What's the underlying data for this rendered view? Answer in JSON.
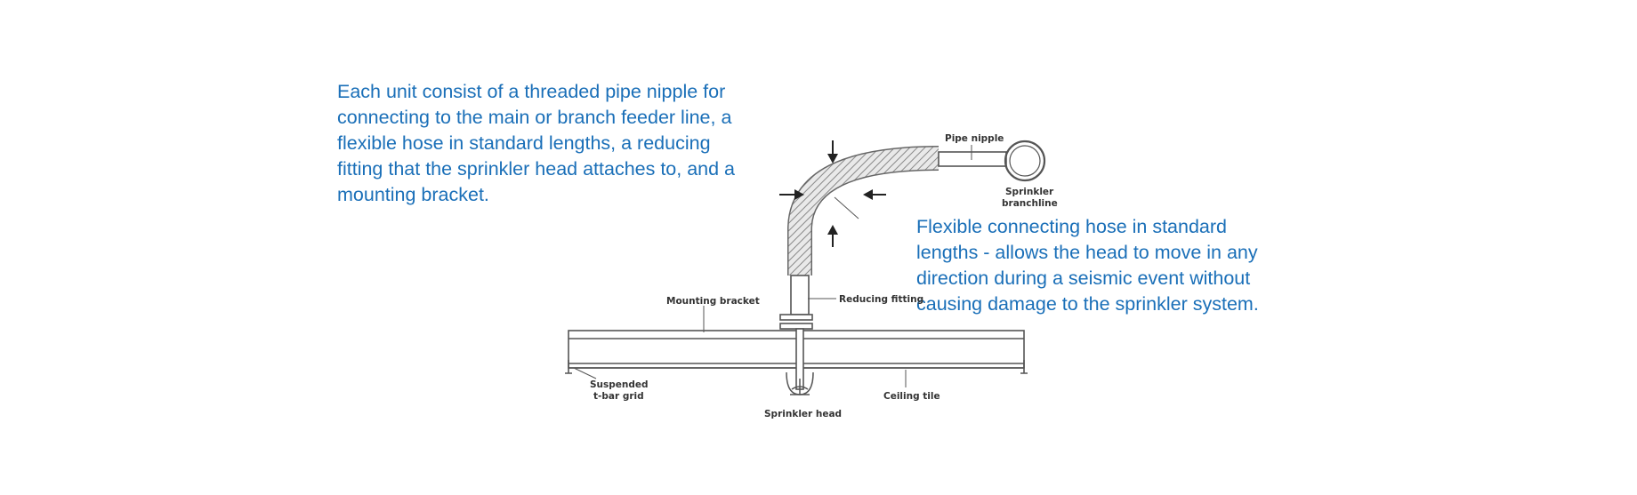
{
  "notes": {
    "left_lines": [
      "Each unit consist of a threaded pipe nipple for",
      "connecting to the main or branch feeder line, a",
      "flexible hose in standard lengths, a reducing",
      "fitting that the sprinkler head attaches to, and a",
      "mounting bracket."
    ],
    "right_lines": [
      "Flexible connecting hose in standard",
      "lengths - allows the head to move in any",
      "direction during a seismic event without",
      "causing damage to the sprinkler system."
    ]
  },
  "labels": {
    "pipe_nipple": "Pipe nipple",
    "sprinkler_branchline_1": "Sprinkler",
    "sprinkler_branchline_2": "branchline",
    "reducing_fitting": "Reducing fitting",
    "mounting_bracket": "Mounting bracket",
    "suspended_grid_1": "Suspended",
    "suspended_grid_2": "t-bar grid",
    "sprinkler_head": "Sprinkler head",
    "ceiling_tile": "Ceiling tile"
  },
  "colors": {
    "text_accent": "#1a6fb8",
    "line": "#555555"
  }
}
